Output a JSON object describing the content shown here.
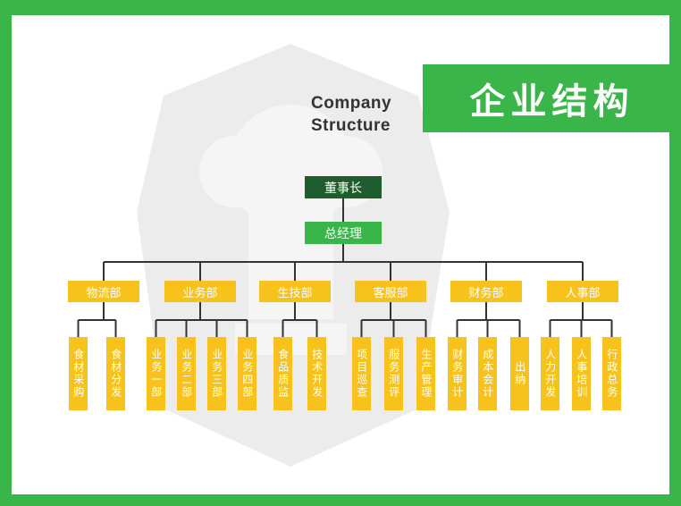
{
  "title": {
    "cn": "企业结构",
    "en_line1": "Company",
    "en_line2": "Structure"
  },
  "colors": {
    "border": "#39b54a",
    "dark_green": "#1f5c2e",
    "green": "#39b54a",
    "yellow": "#f7c21b"
  },
  "org": {
    "root": "董事长",
    "manager": "总经理",
    "departments": [
      {
        "name": "物流部",
        "subs": [
          "食材采购",
          "食材分发"
        ]
      },
      {
        "name": "业务部",
        "subs": [
          "业务一部",
          "业务二部",
          "业务三部",
          "业务四部"
        ]
      },
      {
        "name": "生技部",
        "subs": [
          "食品质监",
          "技术开发"
        ]
      },
      {
        "name": "客服部",
        "subs": [
          "项目巡查",
          "服务测评",
          "生产管理"
        ]
      },
      {
        "name": "财务部",
        "subs": [
          "财务审计",
          "成本会计",
          "出纳"
        ]
      },
      {
        "name": "人事部",
        "subs": [
          "人力开发",
          "人事培训",
          "行政总务"
        ]
      }
    ]
  }
}
